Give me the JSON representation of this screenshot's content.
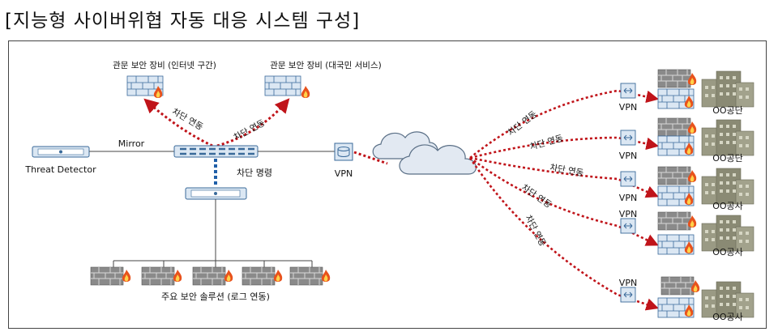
{
  "title": "[지능형 사이버위협 자동 대응 시스템 구성]",
  "labels": {
    "fw_internet": "관문 보안 장비 (인터넷 구간)",
    "fw_public": "관문 보안 장비 (대국민 서비스)",
    "block_link_left": "차단 연동",
    "block_link_right": "차단 연동",
    "mirror": "Mirror",
    "threat_detector": "Threat Detector",
    "block_command": "차단 명령",
    "vpn_center": "VPN",
    "security_solutions": "주요 보안 솔루션 (로그 연동)"
  },
  "branches": [
    {
      "vpn": "VPN",
      "org": "OO공단",
      "link": "차단 연동"
    },
    {
      "vpn": "VPN",
      "org": "OO공단",
      "link": "차단 연동"
    },
    {
      "vpn": "VPN",
      "org": "OO공사",
      "link": "차단 연동"
    },
    {
      "vpn": "VPN",
      "org": "OO공사",
      "link": "차단 연동"
    },
    {
      "vpn": "VPN",
      "org": "OO공사",
      "link": "차단 연동"
    }
  ],
  "colors": {
    "dotted_red": "#c0141a",
    "dotted_blue": "#1f5fa8",
    "device_fill": "#dbe7f3",
    "device_stroke": "#3a6a9a",
    "brick": "#7a7a7a",
    "flame": "#e8521c",
    "building": "#8a8a74",
    "cloud_fill": "#e2e9f2",
    "cloud_stroke": "#5a6f86"
  },
  "icons": [
    "firewall-icon",
    "flame-icon",
    "switch-icon",
    "server-icon",
    "cloud-icon",
    "vpn-icon",
    "building-icon"
  ]
}
